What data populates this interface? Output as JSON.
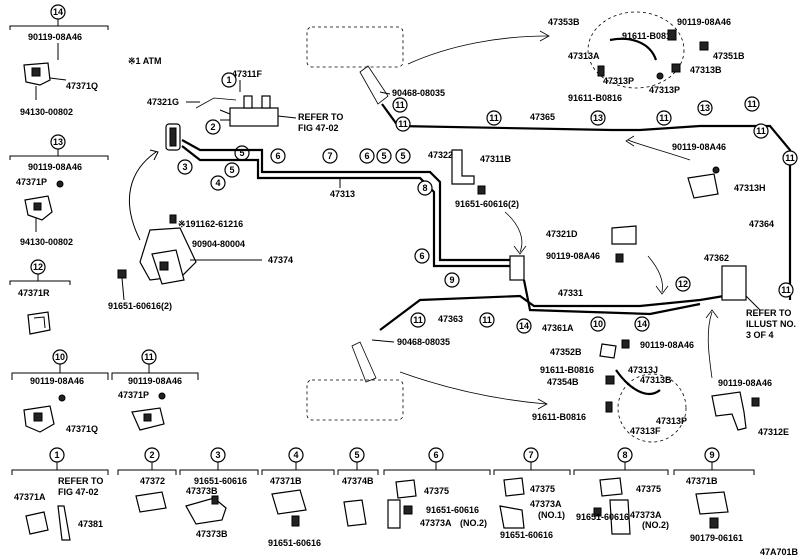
{
  "top_callouts": [
    {
      "num": "14",
      "part1": "90119-08A46",
      "part2": "47371Q",
      "part3": "94130-00802"
    },
    {
      "num": "13",
      "part1": "90119-08A46",
      "part2": "47371P",
      "part3": "94130-00802"
    },
    {
      "num": "12",
      "part1": "47371R"
    },
    {
      "num": "10",
      "part1": "90119-08A46",
      "part2": "47371Q"
    },
    {
      "num": "11",
      "part1": "90119-08A46",
      "part2": "47371P"
    }
  ],
  "note_atm": "※1 ATM",
  "labels": {
    "p47311F": "47311F",
    "p47321G": "47321G",
    "refer_fig_a": "REFER TO",
    "refer_fig_b": "FIG 47-02",
    "p90468a": "90468-08035",
    "p47365": "47365",
    "p47322": "47322",
    "p47311B": "47311B",
    "p47313": "47313",
    "p91651_2a": "91651-60616(2)",
    "p91162": "※191162-61216",
    "p90904": "90904-80004",
    "p47374": "47374",
    "p91651_2b": "91651-60616(2)",
    "p47353B": "47353B",
    "p91611a": "91611-B0816",
    "p90119a": "90119-08A46",
    "p47313A": "47313A",
    "p47351B": "47351B",
    "p47313Ptop": "47313P",
    "p47313Btop": "47313B",
    "p47313Ptop2": "47313P",
    "p91611b": "91611-B0816",
    "p90119b": "90119-08A46",
    "p47313H": "47313H",
    "p47364": "47364",
    "p47321D": "47321D",
    "p90119c": "90119-08A46",
    "p47362": "47362",
    "refer_illust_a": "REFER TO",
    "refer_illust_b": "ILLUST NO.",
    "refer_illust_c": "3 OF 4",
    "p47331": "47331",
    "p47363": "47363",
    "p47361A": "47361A",
    "p90468b": "90468-08035",
    "p90119d": "90119-08A46",
    "p47352B": "47352B",
    "p91611c": "91611-B0816",
    "p47313J": "47313J",
    "p47354B": "47354B",
    "p47313Bbot": "47313B",
    "p90119e": "90119-08A46",
    "p91611d": "91611-B0816",
    "p47313Pbot": "47313P",
    "p47313Fbot": "47313F",
    "p47312E": "47312E"
  },
  "bottom_cells": [
    {
      "num": "1",
      "a": "REFER TO",
      "b": "FIG 47-02",
      "c": "47371A",
      "d": "47381"
    },
    {
      "num": "2",
      "a": "47372",
      "b": "47373B"
    },
    {
      "num": "3",
      "a": "91651-60616",
      "b": "47373B"
    },
    {
      "num": "4",
      "a": "47371B",
      "b": "91651-60616"
    },
    {
      "num": "5",
      "a": "47374B"
    },
    {
      "num": "6",
      "a": "47375",
      "b": "91651-60616",
      "c": "47373A",
      "d": "(NO.2)"
    },
    {
      "num": "7",
      "a": "47375",
      "b": "47373A",
      "c": "(NO.1)",
      "d": "91651-60616"
    },
    {
      "num": "8",
      "a": "47375",
      "b": "47373A",
      "c": "(NO.2)",
      "d": "91651-60616"
    },
    {
      "num": "9",
      "a": "47371B",
      "b": "90179-06161"
    }
  ],
  "figure_id": "47A701B",
  "circled_nums": [
    "1",
    "2",
    "3",
    "4",
    "5",
    "6",
    "7",
    "8",
    "9",
    "10",
    "11",
    "12",
    "13",
    "14"
  ]
}
